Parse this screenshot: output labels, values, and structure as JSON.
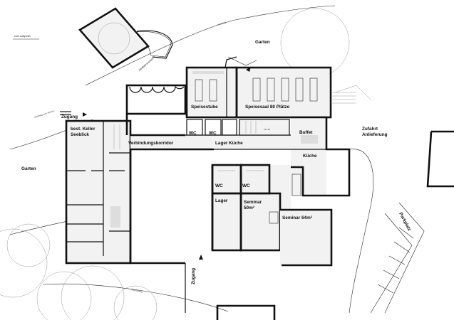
{
  "labels": {
    "zum_labyrinth": "zum Labyrinth",
    "meditationsraum": "Meditationsraum",
    "garten_top": "Garten",
    "garten_left": "Garten",
    "speisestube": "Speisestube",
    "speisesaal": "Speisesaal 80 Plätze",
    "buffet": "Buffet",
    "zufahrt_line1": "Zufahrt",
    "zufahrt_line2": "Anlieferung",
    "zugang_top": "Zugang",
    "zugang_bottom": "Zugang",
    "keller_line1": "best. Keller",
    "keller_line2": "Seeblick",
    "verbindungskorridor": "Verbindungskorridor",
    "lager_kuche": "Lager Küche",
    "kuche": "Küche",
    "wc_1": "WC",
    "wc_2": "WC",
    "wc_3": "WC",
    "wc_4": "WC",
    "lager": "Lager",
    "seminar_line1": "Seminar",
    "seminar_line2": "50m²",
    "seminar_64": "Seminar 64m²",
    "parkplatz": "Parkplatz",
    "level_mark": "752.50",
    "path_top": "Hangweg",
    "path_left": "Hangweg zum Wohnh.",
    "path_bottom": "Wanderweg"
  }
}
